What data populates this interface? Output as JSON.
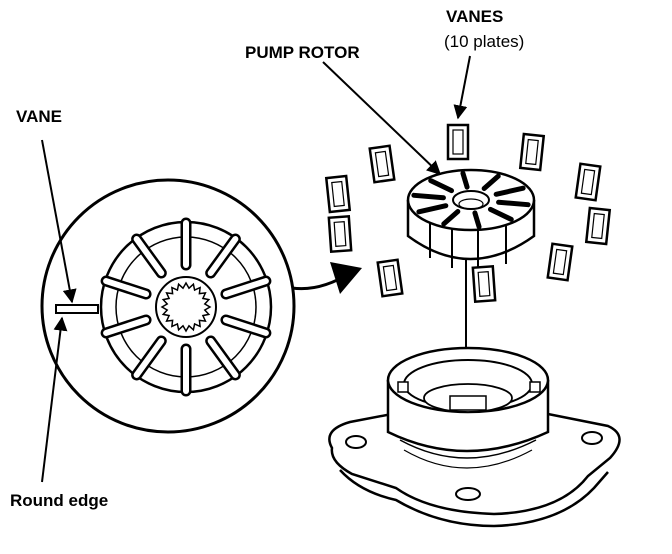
{
  "labels": {
    "vane": "VANE",
    "round_edge": "Round edge",
    "pump_rotor": "PUMP ROTOR",
    "vanes": "VANES",
    "vanes_count": "(10 plates)"
  },
  "colors": {
    "ink": "#000000",
    "paper": "#ffffff",
    "shade": "#d9d9d9"
  }
}
